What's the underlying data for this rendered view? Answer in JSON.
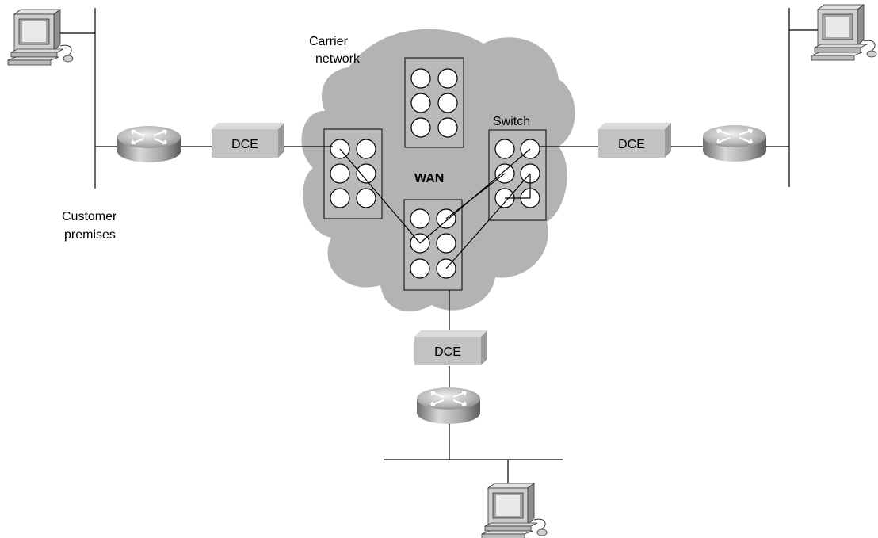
{
  "labels": {
    "carrier_line1": "Carrier",
    "carrier_line2": "network",
    "wan": "WAN",
    "switch": "Switch",
    "customer_line1": "Customer",
    "customer_line2": "premises"
  },
  "dce_units": [
    {
      "id": "left",
      "label": "DCE"
    },
    {
      "id": "right",
      "label": "DCE"
    },
    {
      "id": "bottom",
      "label": "DCE"
    }
  ],
  "icons": [
    "cloud-icon",
    "router-icon",
    "computer-icon",
    "dce-icon",
    "switch-icon"
  ],
  "colors": {
    "cloud": "#b3b3b3",
    "switch_box": "#b9b9b9",
    "dce": "#c2c2c2",
    "line": "#000000"
  }
}
